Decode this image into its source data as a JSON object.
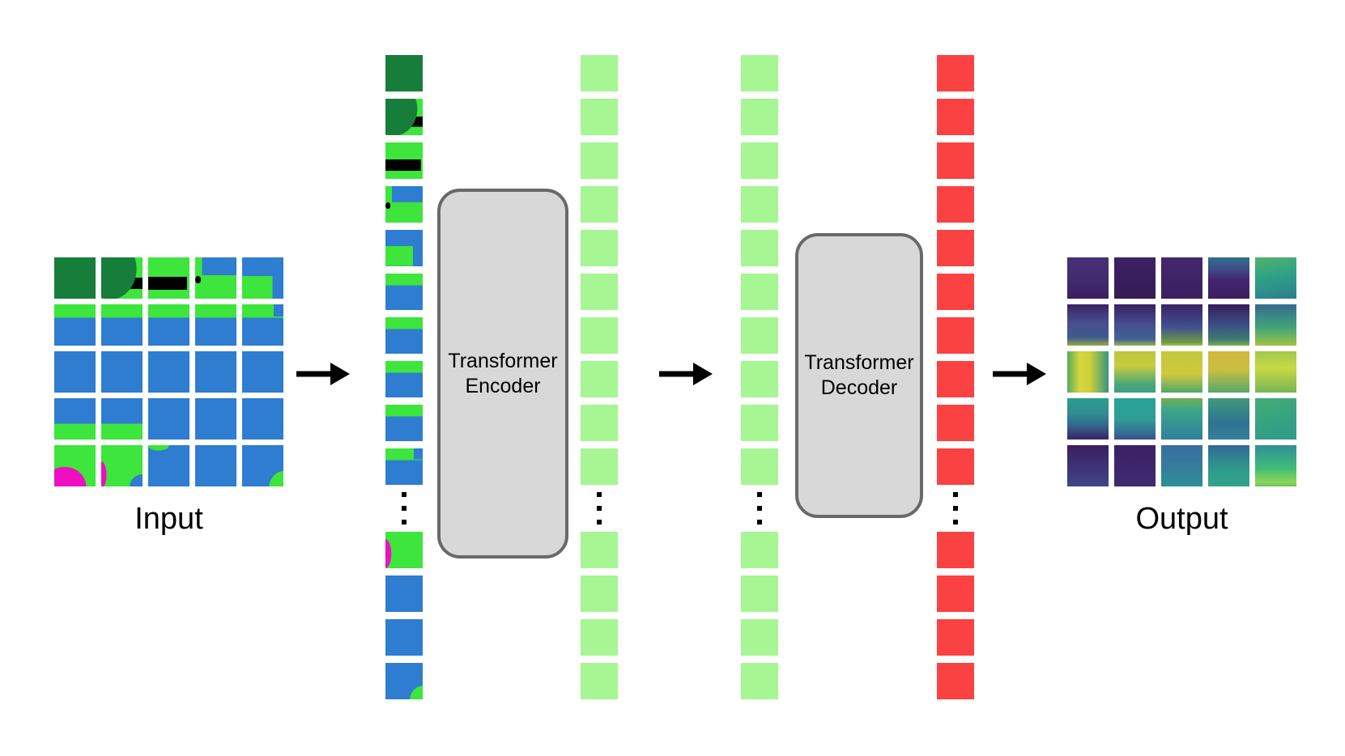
{
  "labels": {
    "input": "Input",
    "output": "Output"
  },
  "encoder_box": {
    "line1": "Transformer",
    "line2": "Encoder"
  },
  "decoder_box": {
    "line1": "Transformer",
    "line2": "Decoder"
  },
  "colors": {
    "background": "#ffffff",
    "input_blue": "#2e7dd1",
    "input_green": "#3de53c",
    "input_dark_green": "#177d3a",
    "input_black": "#000000",
    "input_magenta": "#ef0ec1",
    "token_green": "#a6f693",
    "token_red": "#fb4242",
    "box_fill": "#d8d8d8",
    "box_border": "#696969",
    "arrow": "#000000",
    "text": "#000000"
  },
  "input_grid": {
    "rows": 5,
    "cols": 5,
    "cells": [
      "radial-gradient(135% 120% at 50% 28%, #177d3a 0 73%, transparent 74%), #3de53c",
      "radial-gradient(90% 105% at 22% 28%, #177d3a 0 70%, transparent 71%), linear-gradient(#000,#000) 100% 68%/55% 28% no-repeat, #3de53c",
      "linear-gradient(#000,#000) 0% 70%/95% 32% no-repeat, #3de53c",
      "radial-gradient(closest-side, #000 0 98%, transparent) 0% 55%/14% 18% no-repeat, linear-gradient(90deg, #3de53c 0 17%, #2e7dd1 17%) 0 0/100% 44% no-repeat, #3de53c",
      "linear-gradient(90deg, #3de53c 0 74%, #2e7dd1 74%) 0 100%/100% 55% no-repeat, #2e7dd1",
      "linear-gradient(180deg, #3de53c 0 32%, #2e7dd1 32%)",
      "linear-gradient(180deg, #3de53c 0 32%, #2e7dd1 32%)",
      "linear-gradient(180deg, #3de53c 0 32%, #2e7dd1 32%)",
      "linear-gradient(180deg, #3de53c 0 32%, #2e7dd1 32%)",
      "linear-gradient(#2e7dd1,#2e7dd1) 100% 0/24% 30% no-repeat, linear-gradient(180deg, #3de53c 0 32%, #2e7dd1 32%)",
      "#2e7dd1",
      "#2e7dd1",
      "#2e7dd1",
      "#2e7dd1",
      "#2e7dd1",
      "linear-gradient(180deg, #2e7dd1 0 62%, #3de53c 62%)",
      "linear-gradient(180deg, #2e7dd1 0 62%, #3de53c 62%)",
      "#2e7dd1",
      "#2e7dd1",
      "#2e7dd1",
      "radial-gradient(68% 62% at 25% 100%, #ef0ec1 0 76%, transparent 77%), #3de53c",
      "radial-gradient(16% 40% at 0% 72%, #ef0ec1 0 80%, transparent 82%), radial-gradient(42% 40% at 100% 100%, #2e7dd1 0 72%, transparent 74%), #3de53c",
      "radial-gradient(32% 16% at 25% 0%, #3de53c 0 80%, transparent 82%), #2e7dd1",
      "#2e7dd1",
      "radial-gradient(55% 62% at 102% 104%, #3de53c 0 66%, transparent 68%), #2e7dd1"
    ]
  },
  "patch_token_column": {
    "items": [
      "radial-gradient(135% 120% at 50% 28%, #177d3a 0 73%, transparent 74%), #3de53c",
      "radial-gradient(90% 105% at 22% 28%, #177d3a 0 70%, transparent 71%), linear-gradient(#000,#000) 100% 68%/55% 28% no-repeat, #3de53c",
      "linear-gradient(#000,#000) 0% 70%/95% 32% no-repeat, #3de53c",
      "radial-gradient(closest-side, #000 0 98%, transparent) 0% 55%/14% 18% no-repeat, linear-gradient(90deg, #3de53c 0 17%, #2e7dd1 17%) 0 0/100% 44% no-repeat, #3de53c",
      "linear-gradient(90deg, #3de53c 0 74%, #2e7dd1 74%) 0 100%/100% 55% no-repeat, #2e7dd1",
      "linear-gradient(180deg, #3de53c 0 32%, #2e7dd1 32%)",
      "linear-gradient(180deg, #3de53c 0 32%, #2e7dd1 32%)",
      "linear-gradient(180deg, #3de53c 0 32%, #2e7dd1 32%)",
      "linear-gradient(180deg, #3de53c 0 32%, #2e7dd1 32%)",
      "linear-gradient(#2e7dd1,#2e7dd1) 100% 0/24% 30% no-repeat, linear-gradient(180deg, #3de53c 0 32%, #2e7dd1 32%)",
      "dots",
      "radial-gradient(20% 50% at 0% 60%, #ef0ec1 0 78%, transparent 80%), #3de53c",
      "#2e7dd1",
      "#2e7dd1",
      "radial-gradient(55% 62% at 102% 104%, #3de53c 0 66%, transparent 68%), #2e7dd1"
    ]
  },
  "encoded_token_column": {
    "items": [
      "#a6f693",
      "#a6f693",
      "#a6f693",
      "#a6f693",
      "#a6f693",
      "#a6f693",
      "#a6f693",
      "#a6f693",
      "#a6f693",
      "#a6f693",
      "dots",
      "#a6f693",
      "#a6f693",
      "#a6f693",
      "#a6f693"
    ]
  },
  "decoder_input_token_column": {
    "items": [
      "#a6f693",
      "#a6f693",
      "#a6f693",
      "#a6f693",
      "#a6f693",
      "#a6f693",
      "#a6f693",
      "#a6f693",
      "#a6f693",
      "#a6f693",
      "dots",
      "#a6f693",
      "#a6f693",
      "#a6f693",
      "#a6f693"
    ]
  },
  "decoded_token_column": {
    "items": [
      "#fb4242",
      "#fb4242",
      "#fb4242",
      "#fb4242",
      "#fb4242",
      "#fb4242",
      "#fb4242",
      "#fb4242",
      "#fb4242",
      "#fb4242",
      "dots",
      "#fb4242",
      "#fb4242",
      "#fb4242",
      "#fb4242"
    ]
  },
  "output_grid": {
    "rows": 5,
    "cols": 5,
    "cells": [
      "linear-gradient(180deg,#463079 0%,#432b70 50%,#392060 100%)",
      "linear-gradient(180deg,#3c2166 0%,#351b56 100%)",
      "linear-gradient(180deg,#44286f 0%,#392060 100%)",
      "linear-gradient(180deg,#2e6f8e 0%,#3e4a85 30%,#42246e 55%,#3a1f60 100%)",
      "linear-gradient(170deg,#52b269 0%,#2fa186 45%,#2a7f8e 100%)",
      "linear-gradient(180deg,#3a2166 0%,#474f8f 45%,#40598f 80%,#93aa49 100%)",
      "linear-gradient(180deg,#381f62 0%,#44508f 50%,#3f6393 85%,#9ab54a 100%)",
      "linear-gradient(180deg,#3b2268 0%,#415090 55%,#6d9b45 92%,#a7bd45 100%)",
      "linear-gradient(180deg,#371c5c 0%,#3b4f86 50%,#3e7a70 85%,#7fae4c 100%)",
      "linear-gradient(180deg,#356a94 0%,#3fa377 55%,#9fc24a 100%)",
      "linear-gradient(90deg,#56ab5e 0%,#d6d63e 30%,#cfce3c 55%,#35967f 100%)",
      "linear-gradient(180deg,#bac63f 0%,#c9cc3e 35%,#4aa578 80%,#3f9f80 100%)",
      "linear-gradient(180deg,#c4c83e 0%,#cfc83c 55%,#52a86d 100%)",
      "linear-gradient(180deg,#d1b93a 0%,#c9bf42 45%,#57a86a 100%)",
      "linear-gradient(180deg,#9ec94a 0%,#c8d844 40%,#76b753 100%)",
      "linear-gradient(180deg,#2a9d8f 0%,#2f8f93 35%,#33688f 65%,#3a2a6b 95%)",
      "linear-gradient(180deg,#2aa398 0%,#2f9e95 50%,#356a94 85%,#3b4f86 100%)",
      "linear-gradient(180deg,#6fae52 0%,#3ba68b 30%,#2e7f9a 100%)",
      "linear-gradient(180deg,#3f9a78 0%,#2f7292 60%,#35809b 100%)",
      "linear-gradient(160deg,#44ad72 0%,#36a383 50%,#2f9b8a 100%)",
      "linear-gradient(180deg,#3a1f5e 0%,#3c2c70 35%,#41458a 100%)",
      "linear-gradient(180deg,#3b2166 0%,#3f2a70 100%)",
      "linear-gradient(180deg,#3a6ea0 0%,#357b9c 50%,#2d8f96 100%)",
      "linear-gradient(180deg,#31689a 0%,#2f9b8a 60%,#35a488 100%)",
      "linear-gradient(180deg,#318f96 0%,#3fbc78 55%,#8ed455 90%,#63c167 100%)"
    ]
  }
}
